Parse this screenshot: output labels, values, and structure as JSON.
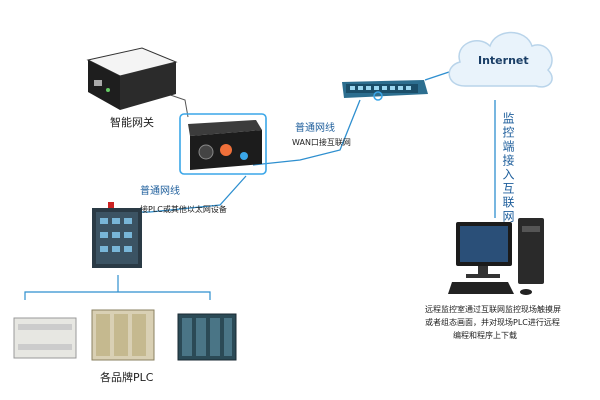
{
  "labels": {
    "gateway": "智能网关",
    "line1": "普通网线",
    "wan": "WAN口接互联网",
    "line2": "普通网线",
    "lan": "接PLC或其他以太网设备",
    "internet": "Internet",
    "vertical": "监控端接入互联网",
    "monitor_desc": [
      "远程监控室通过互联网监控现场触摸屏",
      "或者组态画面，并对现场PLC进行远程",
      "编程和程序上下载"
    ],
    "plc_brands": "各品牌PLC"
  },
  "colors": {
    "line_blue": "#2e8fcf",
    "box_highlight": "#3aa6e8",
    "cloud": "#e9f3fb",
    "orange_port": "#f0703a"
  }
}
